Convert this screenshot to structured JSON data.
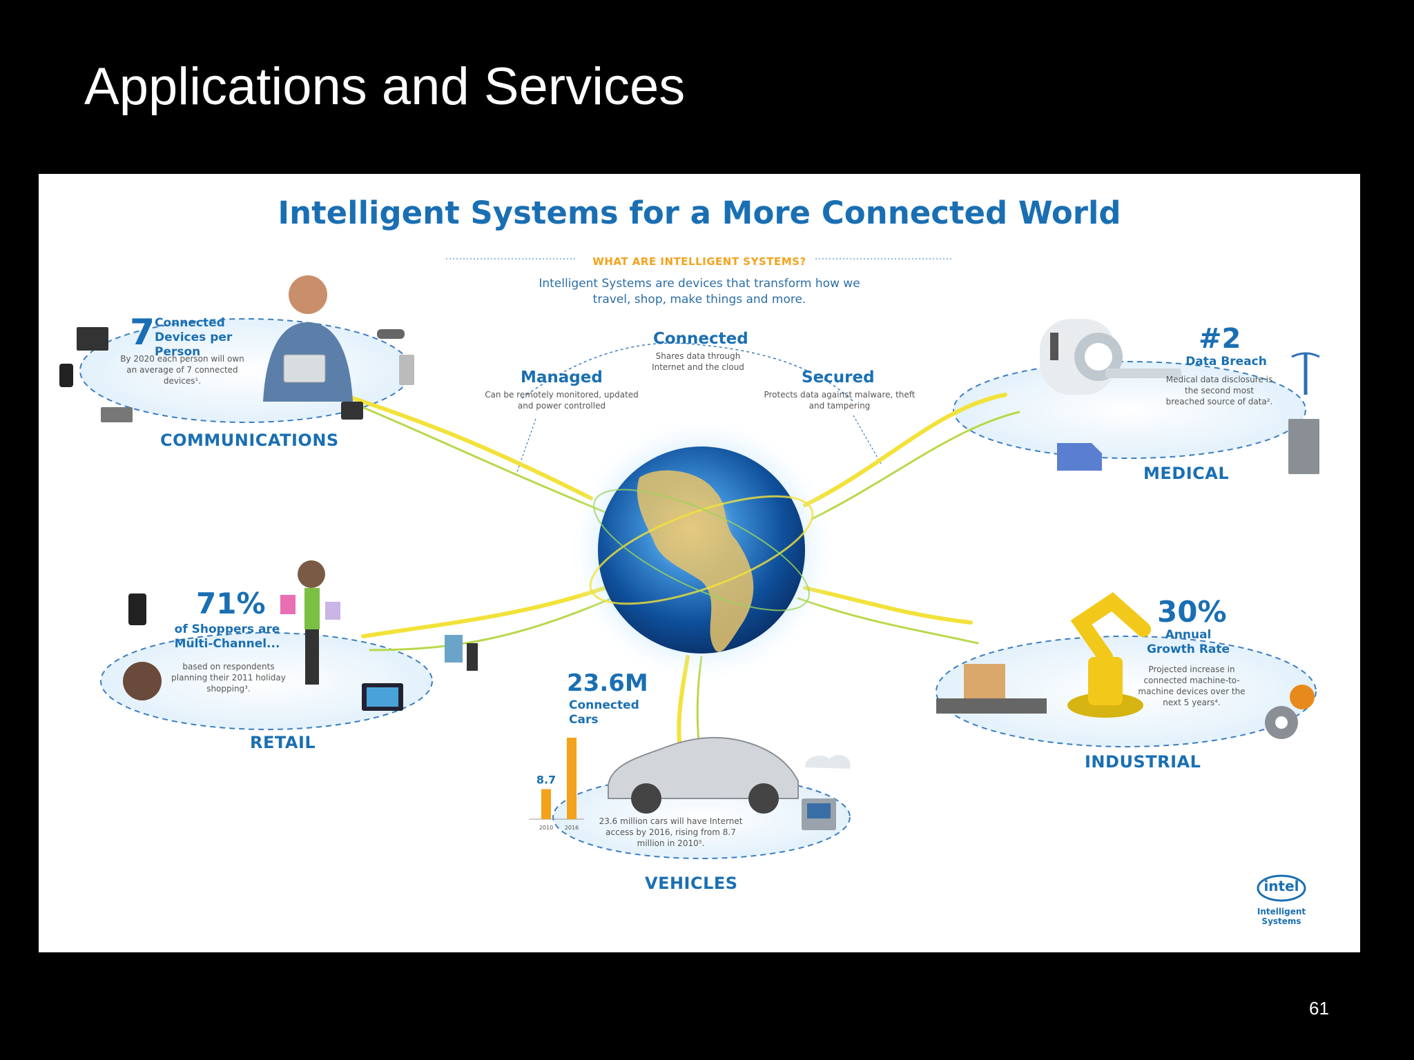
{
  "slide": {
    "title": "Applications and Services",
    "number": "61"
  },
  "infographic": {
    "title": "Intelligent Systems for a More Connected World",
    "question": "WHAT ARE INTELLIGENT SYSTEMS?",
    "intro": "Intelligent Systems are devices that transform how we travel, shop, make things and more.",
    "properties": [
      {
        "label": "Connected",
        "desc": "Shares data through Internet and the cloud"
      },
      {
        "label": "Managed",
        "desc": "Can be remotely monitored, updated and power controlled"
      },
      {
        "label": "Secured",
        "desc": "Protects data against malware, theft and tampering"
      }
    ],
    "communications": {
      "stat": "7",
      "stat_label": "Connected Devices per Person",
      "desc": "By 2020 each person will own an average of 7 connected devices¹.",
      "category": "COMMUNICATIONS"
    },
    "medical": {
      "stat": "#2",
      "stat_label": "Data Breach",
      "desc": "Medical data disclosure is the second most breached source of data².",
      "category": "MEDICAL"
    },
    "retail": {
      "stat": "71%",
      "stat_label": "of Shoppers are Multi-Channel...",
      "desc": "based on respondents planning their 2011 holiday shopping³.",
      "category": "RETAIL"
    },
    "industrial": {
      "stat": "30%",
      "stat_label": "Annual Growth Rate",
      "desc": "Projected increase in connected machine-to-machine devices over the next 5 years⁴.",
      "category": "INDUSTRIAL"
    },
    "vehicles": {
      "stat": "23.6M",
      "stat_label": "Connected Cars",
      "desc": "23.6 million cars will have Internet access by 2016, rising from 8.7 million in 2010⁵.",
      "category": "VEHICLES",
      "bars": [
        {
          "year": "2010",
          "value": 8.7,
          "label": "8.7"
        },
        {
          "year": "2016",
          "value": 23.6
        }
      ]
    },
    "logo": {
      "brand": "intel",
      "line1": "Intelligent",
      "line2": "Systems"
    },
    "colors": {
      "blue": "#1a6fb3",
      "orange": "#f4a21b",
      "yellow": "#f2e23a"
    }
  }
}
